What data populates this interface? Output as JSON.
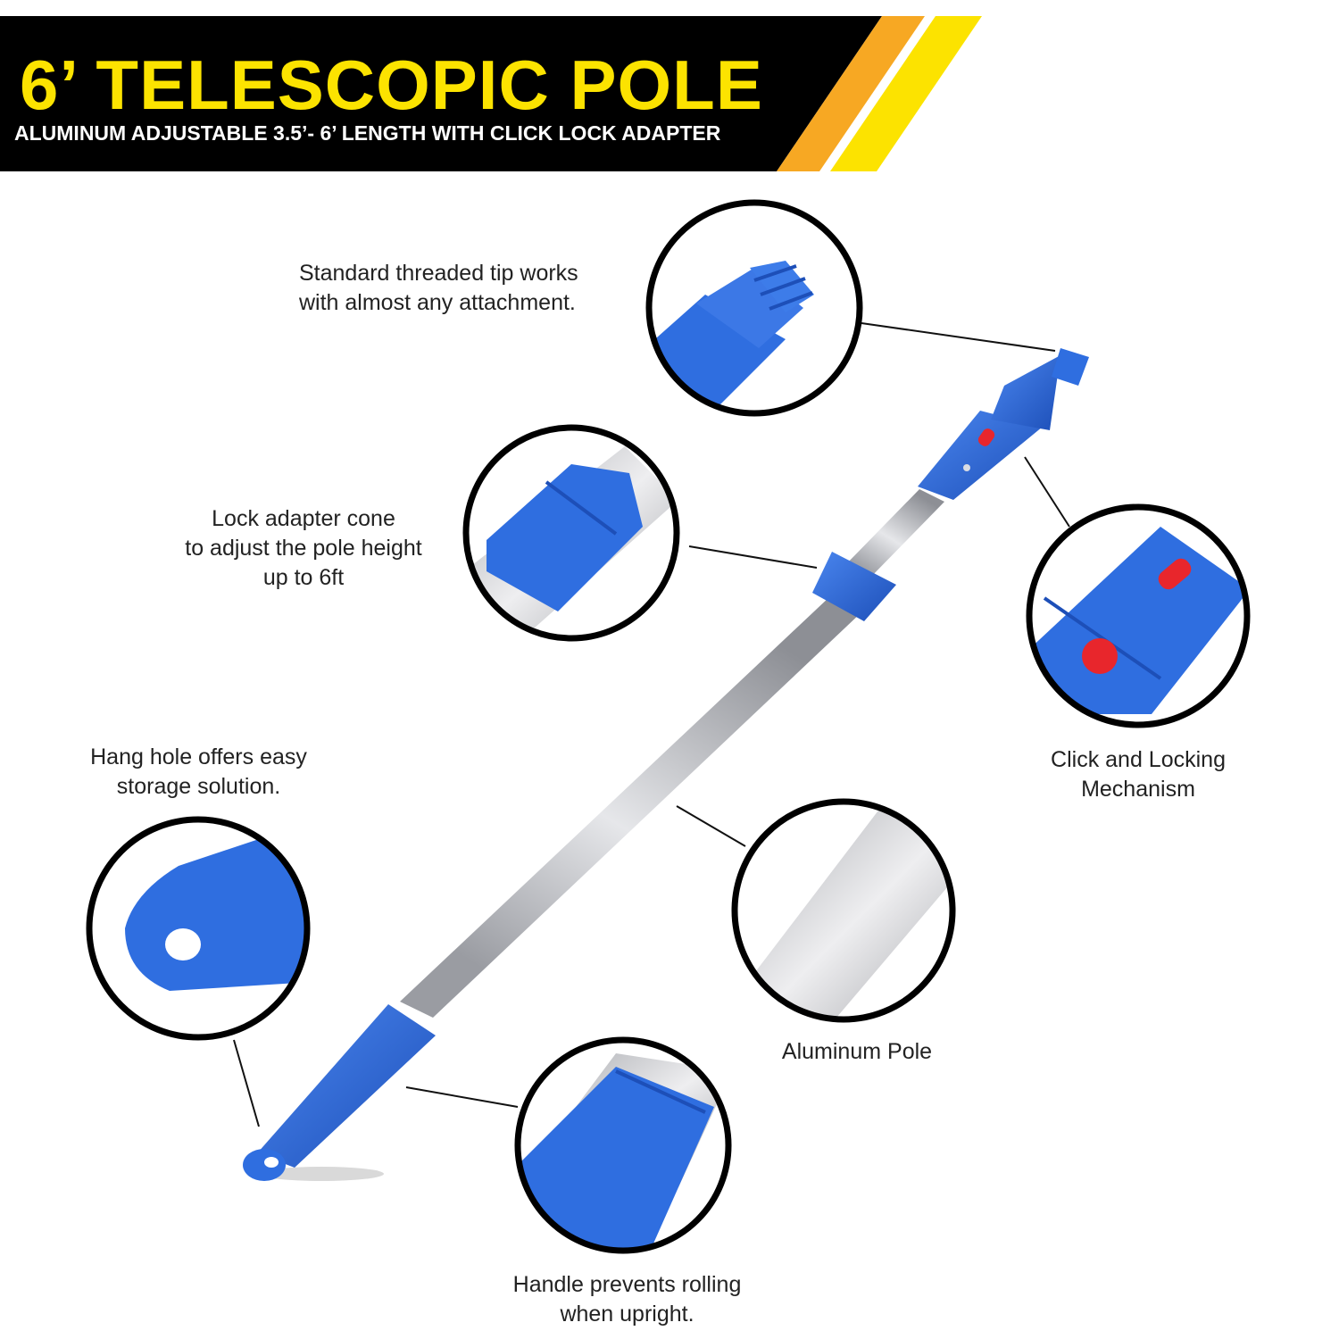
{
  "banner": {
    "title": "6’ TELESCOPIC POLE",
    "subtitle": "ALUMINUM ADJUSTABLE 3.5’- 6’ LENGTH WITH CLICK LOCK ADAPTER",
    "colors": {
      "background": "#000000",
      "title": "#fce300",
      "stripe_orange": "#f7a823",
      "stripe_yellow": "#fce300"
    }
  },
  "product": {
    "colors": {
      "plastic": "#2f6ee0",
      "plastic_dark": "#1d4fb8",
      "metal": "#c9cbd0",
      "button": "#e8262c"
    }
  },
  "callouts": {
    "threaded_tip": {
      "line1": "Standard threaded tip works",
      "line2": "with almost any attachment."
    },
    "lock_adapter": {
      "line1": "Lock adapter cone",
      "line2": "to adjust the pole height",
      "line3": "up to 6ft"
    },
    "hang_hole": {
      "line1": "Hang hole offers easy",
      "line2": "storage solution."
    },
    "click_lock": {
      "line1": "Click and Locking",
      "line2": "Mechanism"
    },
    "aluminum": {
      "line1": "Aluminum Pole"
    },
    "handle": {
      "line1": "Handle prevents rolling",
      "line2": "when upright."
    }
  }
}
